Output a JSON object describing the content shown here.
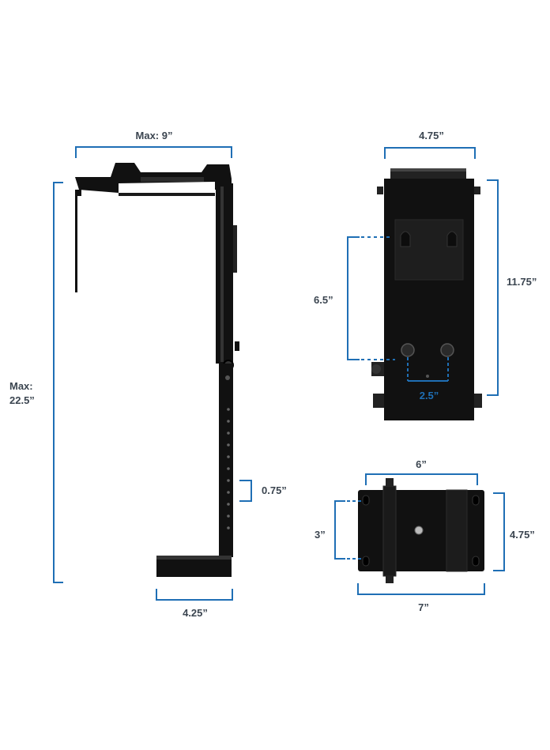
{
  "colors": {
    "dimension_line": "#1f6fb5",
    "label_text": "#3b4550",
    "product": "#111111",
    "background": "#ffffff"
  },
  "left_view": {
    "width_label": "Max: 9”",
    "height_label_line1": "Max:",
    "height_label_line2": "22.5”",
    "hole_spacing_label": "0.75”",
    "base_width_label": "4.25”"
  },
  "back_plate_view": {
    "width_label": "4.75”",
    "height_label": "11.75”",
    "mount_spacing_label": "6.5”",
    "screw_spacing_label": "2.5”"
  },
  "clamp_view": {
    "top_label": "6”",
    "left_label": "3”",
    "right_label": "4.75”",
    "bottom_label": "7”"
  }
}
